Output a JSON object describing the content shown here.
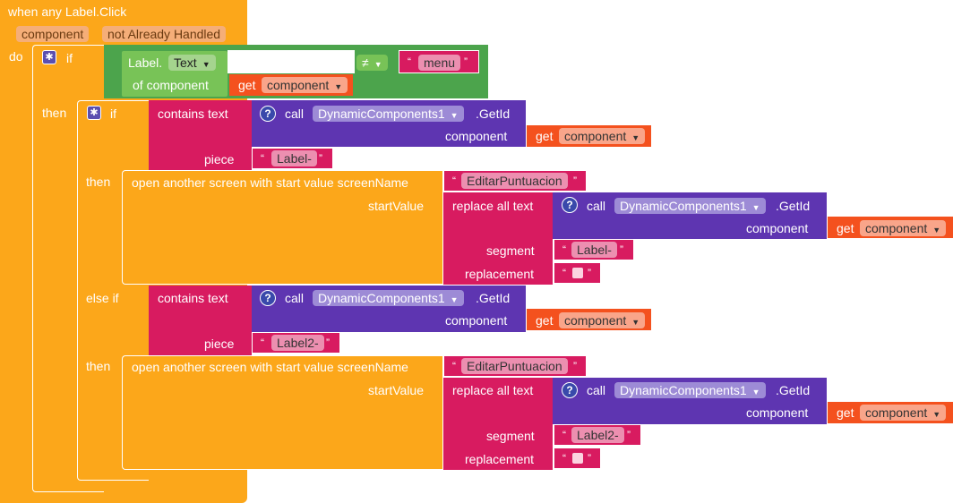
{
  "event": {
    "title": "when any Label.Click",
    "params": [
      "component",
      "not Already Handled"
    ],
    "do": "do"
  },
  "kw": {
    "if": "if",
    "then": "then",
    "else_if": "else if",
    "get": "get",
    "call": "call",
    "contains_text": "contains  text",
    "piece": "piece",
    "component": "component",
    "getid": ".GetId",
    "of_component": "of component",
    "label_dot": "Label.",
    "neq": "≠",
    "open_screen": "open another screen with start value  screenName",
    "start_value": "startValue",
    "replace_all": "replace all text",
    "segment": "segment",
    "replacement": "replacement",
    "open_quote": "“",
    "close_quote": "”"
  },
  "values": {
    "text_prop": "Text",
    "menu": "menu",
    "comp_var": "component",
    "dyn": "DynamicComponents1",
    "label_prefix": "Label-",
    "label2_prefix": "Label2-",
    "screen": "EditarPuntuacion"
  },
  "colors": {
    "event": "#fca71a",
    "logic": "#4ca44c",
    "text": "#d81b60",
    "component": "#5e35b1",
    "variable": "#f4511e"
  }
}
